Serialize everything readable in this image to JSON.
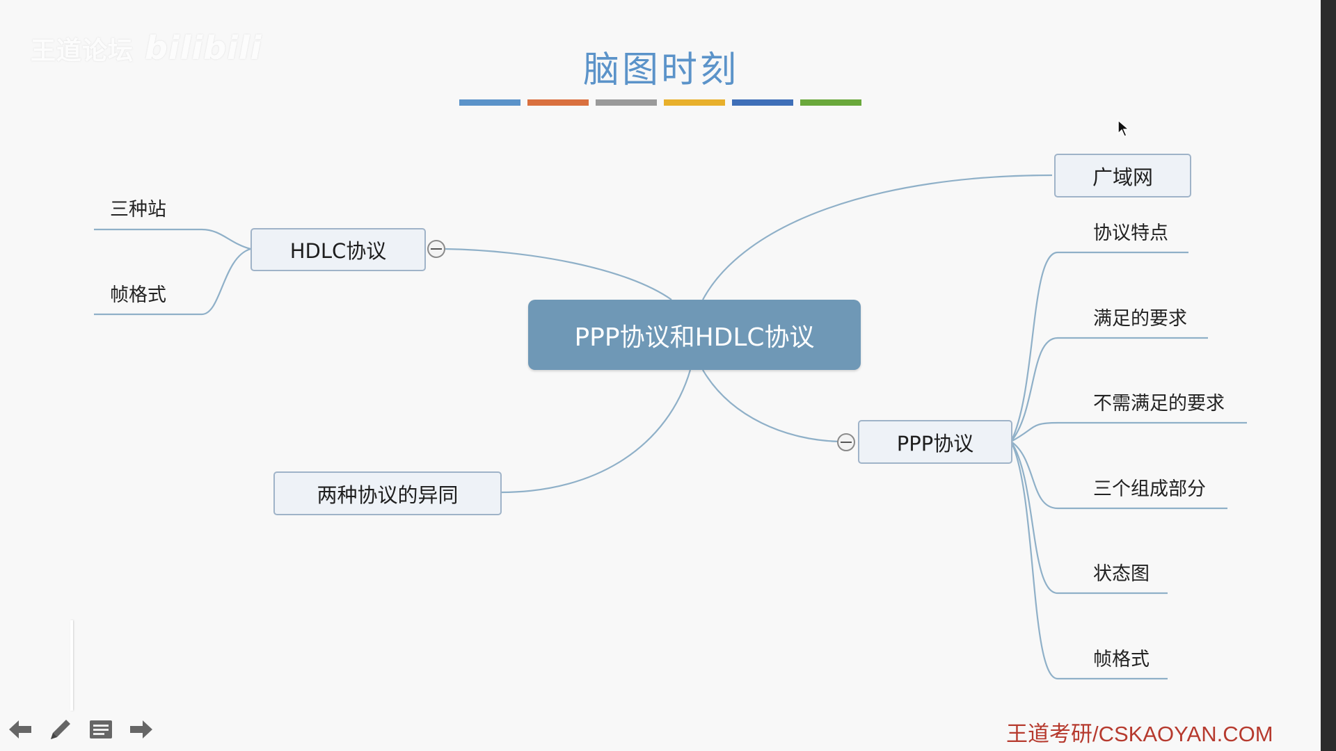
{
  "watermark": {
    "text": "王道论坛",
    "logo": "bilibili"
  },
  "slide": {
    "title": "脑图时刻",
    "color_bar": [
      "#5b93c9",
      "#d9703f",
      "#9a9a9a",
      "#e8b02c",
      "#3f6fb8",
      "#6aa83b"
    ]
  },
  "mindmap": {
    "central": "PPP协议和HDLC协议",
    "hdlc": {
      "label": "HDLC协议",
      "children": [
        "三种站",
        "帧格式"
      ]
    },
    "wan": {
      "label": "广域网"
    },
    "diff": {
      "label": "两种协议的异同"
    },
    "ppp": {
      "label": "PPP协议",
      "children": [
        "协议特点",
        "满足的要求",
        "不需满足的要求",
        "三个组成部分",
        "状态图",
        "帧格式"
      ]
    }
  },
  "nav_controls": [
    "prev-arrow-icon",
    "pen-icon",
    "menu-icon",
    "next-arrow-icon"
  ],
  "footer": {
    "brand": "王道考研/CSKAOYAN.COM"
  }
}
